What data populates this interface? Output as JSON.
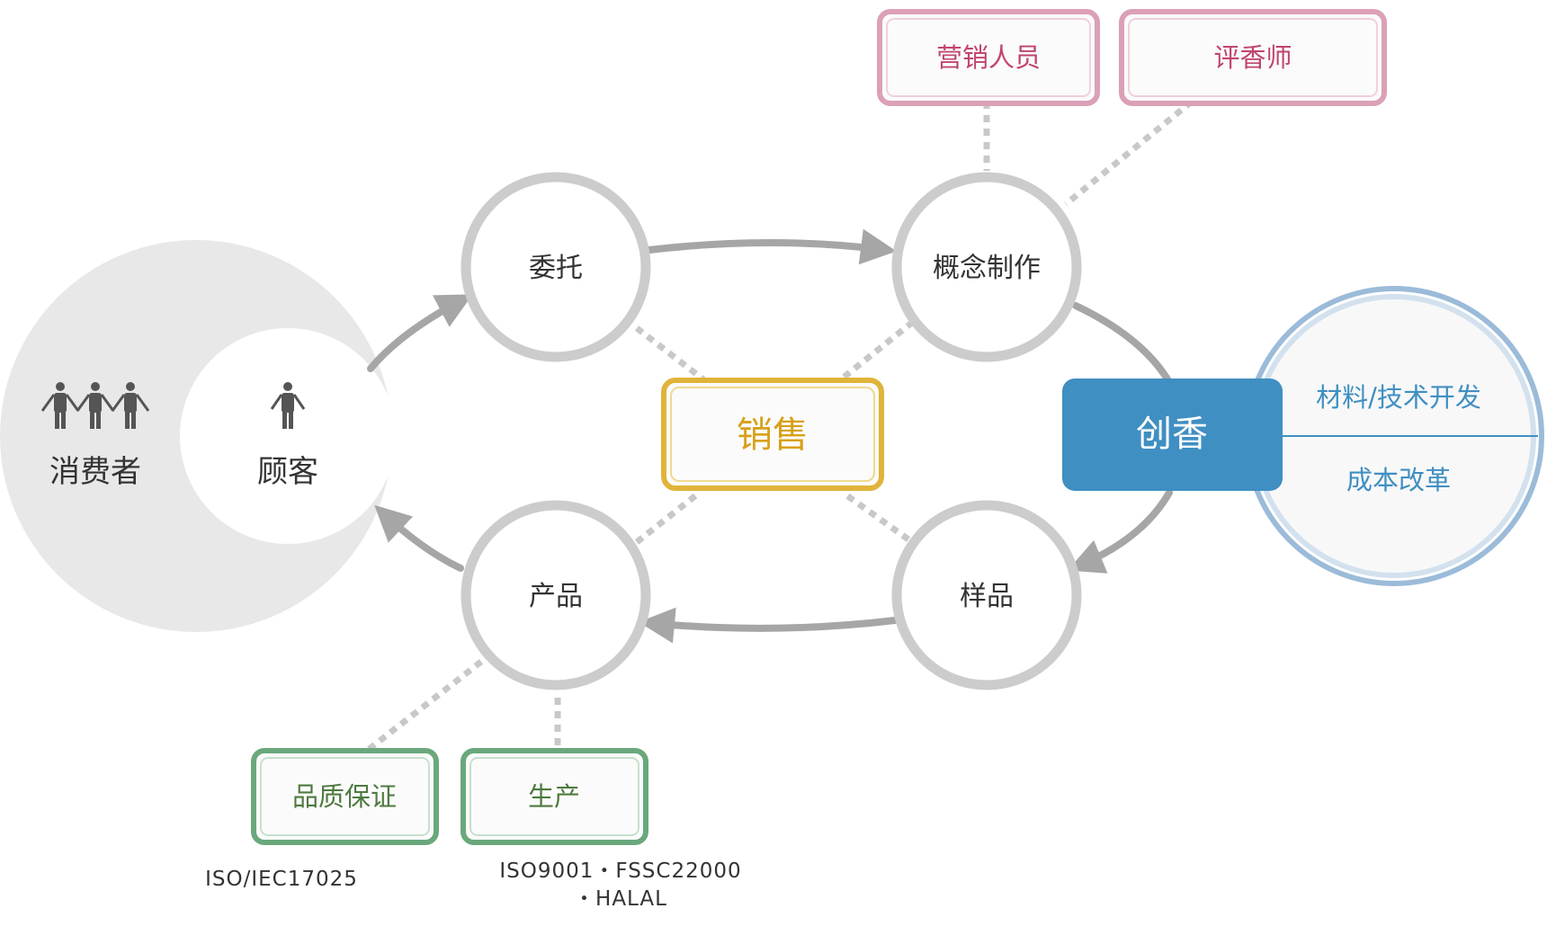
{
  "colors": {
    "ring": "#cccccc",
    "arrow": "#a6a6a6",
    "dots": "#c8c8c8",
    "customer_area": "#e8e8e8",
    "sales_border": "#e0b43a",
    "sales_text": "#d8a019",
    "pink_border": "#dba0b8",
    "pink_text": "#c0456c",
    "green_border": "#6aa87c",
    "green_text": "#4e7a3f",
    "blue_box": "#3f8fc2",
    "blue_ring": "#9bbbd9",
    "blue_text": "#3f8fc2"
  },
  "customer_side": {
    "consumers_icon": "three-people-icon",
    "consumers_label": "消费者",
    "customer_icon": "person-icon",
    "customer_label": "顾客"
  },
  "cycle": {
    "commission": "委托",
    "concept": "概念制作",
    "sample": "样品",
    "product": "产品"
  },
  "sales": "销售",
  "top_boxes": {
    "marketing": "营销人员",
    "perfumer": "评香师"
  },
  "creation": {
    "label": "创香",
    "item1": "材料/技术开发",
    "item2": "成本改革"
  },
  "bottom_boxes": {
    "quality": "品质保证",
    "production": "生产"
  },
  "certifications": {
    "quality": "ISO/IEC17025",
    "production_line1": "ISO9001・FSSC22000",
    "production_line2": "・HALAL"
  }
}
